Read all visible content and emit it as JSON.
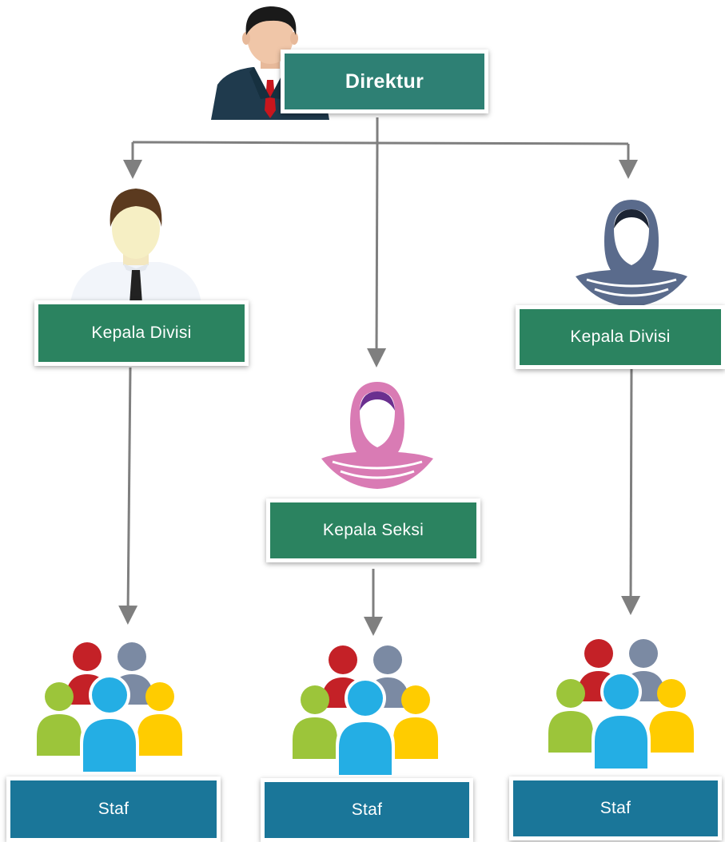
{
  "colors": {
    "director_box": "#2e8074",
    "division_box": "#2b8360",
    "staff_box": "#1a7699",
    "connector": "#7f7f7f"
  },
  "director": {
    "label": "Direktur",
    "icon": "businessman-icon"
  },
  "division_left": {
    "label": "Kepala Divisi",
    "icon": "man-in-shirt-icon"
  },
  "section": {
    "label": "Kepala Seksi",
    "icon": "hijab-woman-pink-icon"
  },
  "division_right": {
    "label": "Kepala Divisi",
    "icon": "hijab-woman-blue-icon"
  },
  "staff_left": {
    "label": "Staf",
    "icon": "group-icon"
  },
  "staff_middle": {
    "label": "Staf",
    "icon": "group-icon"
  },
  "staff_right": {
    "label": "Staf",
    "icon": "group-icon"
  }
}
